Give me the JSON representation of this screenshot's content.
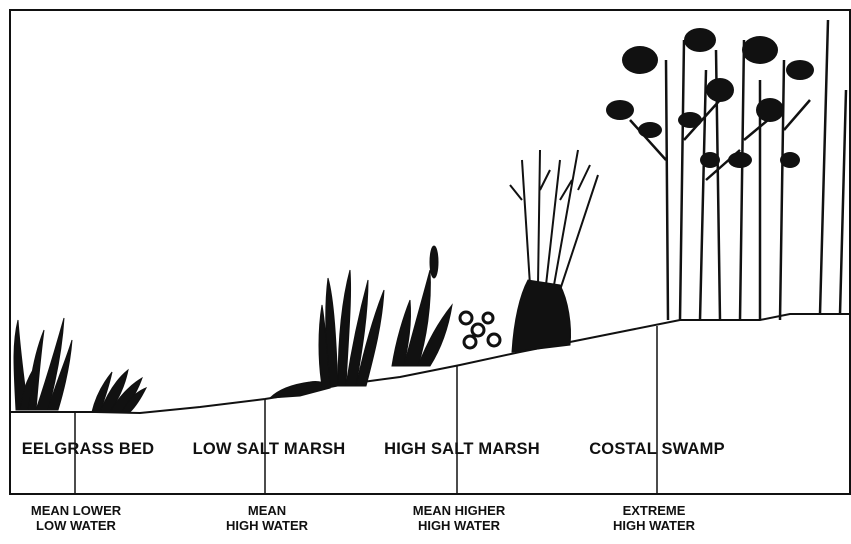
{
  "zones": [
    {
      "id": "eelgrass",
      "label": "EELGRASS BED"
    },
    {
      "id": "low-salt-marsh",
      "label": "LOW SALT MARSH"
    },
    {
      "id": "high-salt-marsh",
      "label": "HIGH SALT MARSH"
    },
    {
      "id": "coastal-swamp",
      "label": "COSTAL SWAMP"
    }
  ],
  "tide_levels": [
    {
      "id": "mean-lower-low-water",
      "line1": "MEAN LOWER",
      "line2": "LOW WATER"
    },
    {
      "id": "mean-high-water",
      "line1": "MEAN",
      "line2": "HIGH WATER"
    },
    {
      "id": "mean-higher-high-water",
      "line1": "MEAN HIGHER",
      "line2": "HIGH WATER"
    },
    {
      "id": "extreme-high-water",
      "line1": "EXTREME",
      "line2": "HIGH WATER"
    }
  ],
  "colors": {
    "ink": "#111111",
    "background": "#ffffff"
  }
}
